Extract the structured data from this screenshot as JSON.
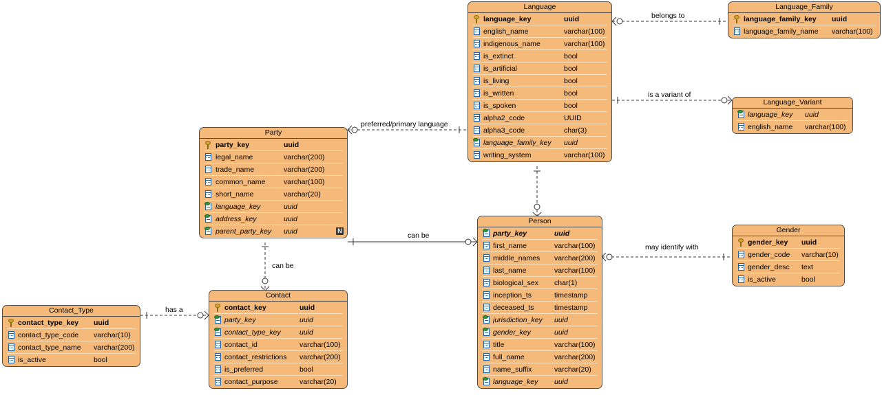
{
  "entities": {
    "language": {
      "title": "Language",
      "columns": [
        {
          "name": "language_key",
          "type": "uuid",
          "kind": "pk"
        },
        {
          "name": "english_name",
          "type": "varchar(100)",
          "kind": "field"
        },
        {
          "name": "indigenous_name",
          "type": "varchar(100)",
          "kind": "field"
        },
        {
          "name": "is_extinct",
          "type": "bool",
          "kind": "field"
        },
        {
          "name": "is_artificial",
          "type": "bool",
          "kind": "field"
        },
        {
          "name": "is_living",
          "type": "bool",
          "kind": "field"
        },
        {
          "name": "is_written",
          "type": "bool",
          "kind": "field"
        },
        {
          "name": "is_spoken",
          "type": "bool",
          "kind": "field"
        },
        {
          "name": "alpha2_code",
          "type": "UUID",
          "kind": "field"
        },
        {
          "name": "alpha3_code",
          "type": "char(3)",
          "kind": "field"
        },
        {
          "name": "language_family_key",
          "type": "uuid",
          "kind": "fk"
        },
        {
          "name": "writing_system",
          "type": "varchar(100)",
          "kind": "field"
        }
      ]
    },
    "language_family": {
      "title": "Language_Family",
      "columns": [
        {
          "name": "language_family_key",
          "type": "uuid",
          "kind": "pk"
        },
        {
          "name": "language_family_name",
          "type": "varchar(100)",
          "kind": "field"
        }
      ]
    },
    "language_variant": {
      "title": "Language_Variant",
      "columns": [
        {
          "name": "language_key",
          "type": "uuid",
          "kind": "fk"
        },
        {
          "name": "english_name",
          "type": "varchar(100)",
          "kind": "field"
        }
      ]
    },
    "party": {
      "title": "Party",
      "badge": "N",
      "columns": [
        {
          "name": "party_key",
          "type": "uuid",
          "kind": "pk"
        },
        {
          "name": "legal_name",
          "type": "varchar(200)",
          "kind": "field"
        },
        {
          "name": "trade_name",
          "type": "varchar(200)",
          "kind": "field"
        },
        {
          "name": "common_name",
          "type": "varchar(100)",
          "kind": "field"
        },
        {
          "name": "short_name",
          "type": "varchar(20)",
          "kind": "field"
        },
        {
          "name": "language_key",
          "type": "uuid",
          "kind": "fk"
        },
        {
          "name": "address_key",
          "type": "uuid",
          "kind": "fk"
        },
        {
          "name": "parent_party_key",
          "type": "uuid",
          "kind": "fk"
        }
      ]
    },
    "person": {
      "title": "Person",
      "columns": [
        {
          "name": "party_key",
          "type": "uuid",
          "kind": "pkfk"
        },
        {
          "name": "first_name",
          "type": "varchar(100)",
          "kind": "field"
        },
        {
          "name": "middle_names",
          "type": "varchar(200)",
          "kind": "field"
        },
        {
          "name": "last_name",
          "type": "varchar(100)",
          "kind": "field"
        },
        {
          "name": "biological_sex",
          "type": "char(1)",
          "kind": "field"
        },
        {
          "name": "inception_ts",
          "type": "timestamp",
          "kind": "field"
        },
        {
          "name": "deceased_ts",
          "type": "timestamp",
          "kind": "field"
        },
        {
          "name": "jurisdiction_key",
          "type": "uuid",
          "kind": "fk"
        },
        {
          "name": "gender_key",
          "type": "uuid",
          "kind": "fk"
        },
        {
          "name": "title",
          "type": "varchar(100)",
          "kind": "field"
        },
        {
          "name": "full_name",
          "type": "varchar(200)",
          "kind": "field"
        },
        {
          "name": "name_suffix",
          "type": "varchar(20)",
          "kind": "field"
        },
        {
          "name": "language_key",
          "type": "uuid",
          "kind": "fk"
        }
      ]
    },
    "gender": {
      "title": "Gender",
      "columns": [
        {
          "name": "gender_key",
          "type": "uuid",
          "kind": "pk"
        },
        {
          "name": "gender_code",
          "type": "varchar(10)",
          "kind": "field"
        },
        {
          "name": "gender_desc",
          "type": "text",
          "kind": "field"
        },
        {
          "name": "is_active",
          "type": "bool",
          "kind": "field"
        }
      ]
    },
    "contact": {
      "title": "Contact",
      "columns": [
        {
          "name": "contact_key",
          "type": "uuid",
          "kind": "pk"
        },
        {
          "name": "party_key",
          "type": "uuid",
          "kind": "fk"
        },
        {
          "name": "contact_type_key",
          "type": "uuid",
          "kind": "fk"
        },
        {
          "name": "contact_id",
          "type": "varchar(100)",
          "kind": "field"
        },
        {
          "name": "contact_restrictions",
          "type": "varchar(200)",
          "kind": "field"
        },
        {
          "name": "is_preferred",
          "type": "bool",
          "kind": "field"
        },
        {
          "name": "contact_purpose",
          "type": "varchar(20)",
          "kind": "field"
        }
      ]
    },
    "contact_type": {
      "title": "Contact_Type",
      "columns": [
        {
          "name": "contact_type_key",
          "type": "uuid",
          "kind": "pk"
        },
        {
          "name": "contact_type_code",
          "type": "varchar(10)",
          "kind": "field"
        },
        {
          "name": "contact_type_name",
          "type": "varchar(200)",
          "kind": "field"
        },
        {
          "name": "is_active",
          "type": "bool",
          "kind": "field"
        }
      ]
    }
  },
  "relationships": {
    "belongs_to": "belongs to",
    "is_variant_of": "is a variant of",
    "preferred_language": "preferred/primary language",
    "party_person": "can be",
    "party_contact": "can be",
    "gender_identify": "may identify with",
    "contact_type_has": "has a"
  },
  "colors": {
    "entity_fill": "#f5b97a",
    "entity_border": "#4d4d4d",
    "line": "#333333"
  }
}
